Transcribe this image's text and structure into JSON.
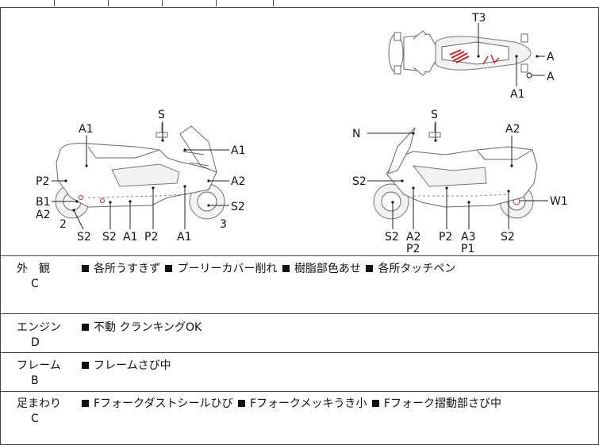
{
  "diagram": {
    "top_view": {
      "labels": [
        "T3",
        "A",
        "A",
        "A1"
      ]
    },
    "left_view": {
      "labels": [
        "S",
        "A1",
        "A1",
        "P2",
        "A2",
        "B1",
        "A2",
        "S2",
        "2",
        "3",
        "S2",
        "S2",
        "A1",
        "P2",
        "A1"
      ]
    },
    "right_view": {
      "labels": [
        "N",
        "S",
        "A2",
        "S2",
        "W1",
        "S2",
        "A2",
        "P2",
        "P2",
        "A3",
        "P1",
        "S2"
      ]
    }
  },
  "sections": [
    {
      "category": "外　観",
      "grade": "C",
      "notes": [
        "各所うすきず",
        "プーリーカバー削れ",
        "樹脂部色あせ",
        "各所タッチペン"
      ]
    },
    {
      "category": "エンジン",
      "grade": "D",
      "notes": [
        "不動 クランキングOK"
      ]
    },
    {
      "category": "フレーム",
      "grade": "B",
      "notes": [
        "フレームさび中"
      ]
    },
    {
      "category": "足まわり",
      "grade": "C",
      "notes": [
        "Fフォークダストシールひび",
        "Fフォークメッキうき小",
        "Fフォーク摺動部さび中"
      ]
    }
  ],
  "colors": {
    "border": "#444444",
    "marker_red": "#cc2222"
  }
}
